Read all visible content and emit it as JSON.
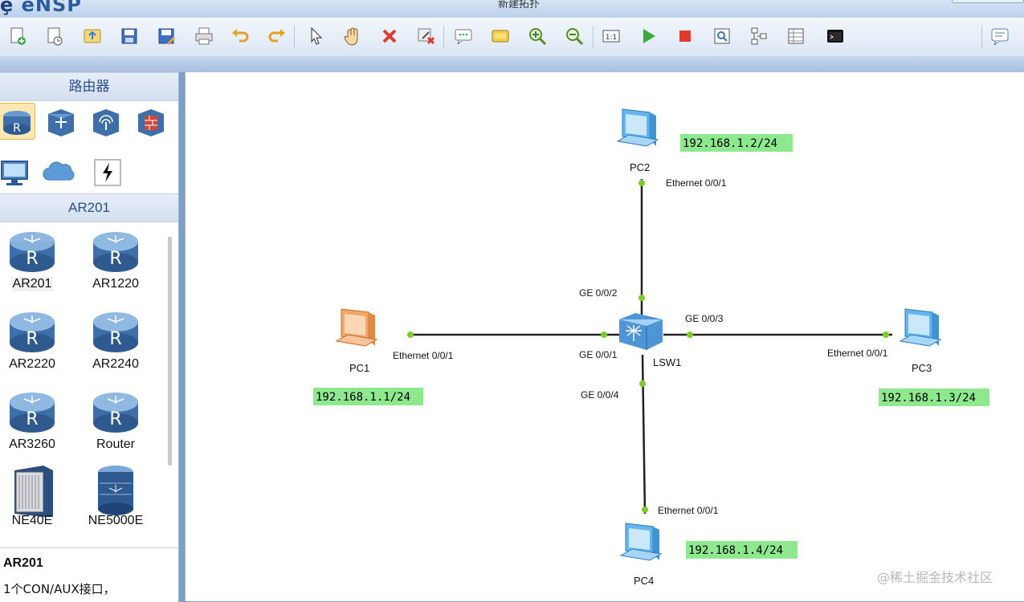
{
  "app": {
    "logo": "eNSP",
    "window_title": "新建拓扑"
  },
  "toolbar": {
    "items": [
      {
        "name": "new-topology",
        "icon": "new-file-icon"
      },
      {
        "name": "new-lab",
        "icon": "new-lab-icon"
      },
      {
        "name": "open",
        "icon": "open-folder-icon"
      },
      {
        "name": "save",
        "icon": "save-icon"
      },
      {
        "name": "save-as",
        "icon": "save-as-icon"
      },
      {
        "name": "print",
        "icon": "print-icon"
      },
      {
        "name": "undo",
        "icon": "undo-icon"
      },
      {
        "name": "redo",
        "icon": "redo-icon"
      },
      {
        "name": "select",
        "icon": "pointer-icon"
      },
      {
        "name": "pan",
        "icon": "hand-icon"
      },
      {
        "name": "delete",
        "icon": "delete-icon"
      },
      {
        "name": "delete-links",
        "icon": "delete-link-icon"
      },
      {
        "name": "text",
        "icon": "text-note-icon"
      },
      {
        "name": "palette",
        "icon": "palette-icon"
      },
      {
        "name": "zoom-in",
        "icon": "zoom-in-icon"
      },
      {
        "name": "zoom-out",
        "icon": "zoom-out-icon"
      },
      {
        "name": "fit",
        "icon": "fit-icon"
      },
      {
        "name": "start",
        "icon": "play-icon"
      },
      {
        "name": "stop",
        "icon": "stop-icon"
      },
      {
        "name": "capture",
        "icon": "capture-icon"
      },
      {
        "name": "topology",
        "icon": "topology-icon"
      },
      {
        "name": "grid",
        "icon": "table-icon"
      },
      {
        "name": "cli",
        "icon": "console-icon"
      }
    ],
    "right_icon": "comment-icon"
  },
  "left_panel": {
    "category_title": "路由器",
    "categories": [
      {
        "name": "router",
        "icon": "router-icon"
      },
      {
        "name": "switch",
        "icon": "switch-icon"
      },
      {
        "name": "wireless",
        "icon": "wireless-icon"
      },
      {
        "name": "firewall",
        "icon": "firewall-icon"
      },
      {
        "name": "pc",
        "icon": "monitor-icon"
      },
      {
        "name": "cloud",
        "icon": "cloud-icon"
      },
      {
        "name": "link",
        "icon": "lightning-icon"
      }
    ],
    "model_title": "AR201",
    "devices": [
      "AR201",
      "AR1220",
      "AR2220",
      "AR2240",
      "AR3260",
      "Router",
      "NE40E",
      "NE5000E"
    ],
    "info_name": "AR201",
    "info_desc": "1个CON/AUX接口，"
  },
  "topology": {
    "devices": {
      "pc1": "PC1",
      "pc2": "PC2",
      "pc3": "PC3",
      "pc4": "PC4",
      "lsw1": "LSW1"
    },
    "ips": {
      "pc1": "192.168.1.1/24",
      "pc2": "192.168.1.2/24",
      "pc3": "192.168.1.3/24",
      "pc4": "192.168.1.4/24"
    },
    "ports": {
      "pc1": "Ethernet 0/0/1",
      "pc2": "Ethernet 0/0/1",
      "pc3": "Ethernet 0/0/1",
      "pc4": "Ethernet 0/0/1",
      "sw_pc1": "GE 0/0/1",
      "sw_pc2": "GE 0/0/2",
      "sw_pc3": "GE 0/0/3",
      "sw_pc4": "GE 0/0/4"
    },
    "colors": {
      "ip_bg": "#8ee88e",
      "link": "#222222",
      "port_dot": "#7ecb2a",
      "pc_blue": "#5aaee8",
      "pc_orange": "#f0a060"
    }
  },
  "watermark": "@稀土掘金技术社区"
}
